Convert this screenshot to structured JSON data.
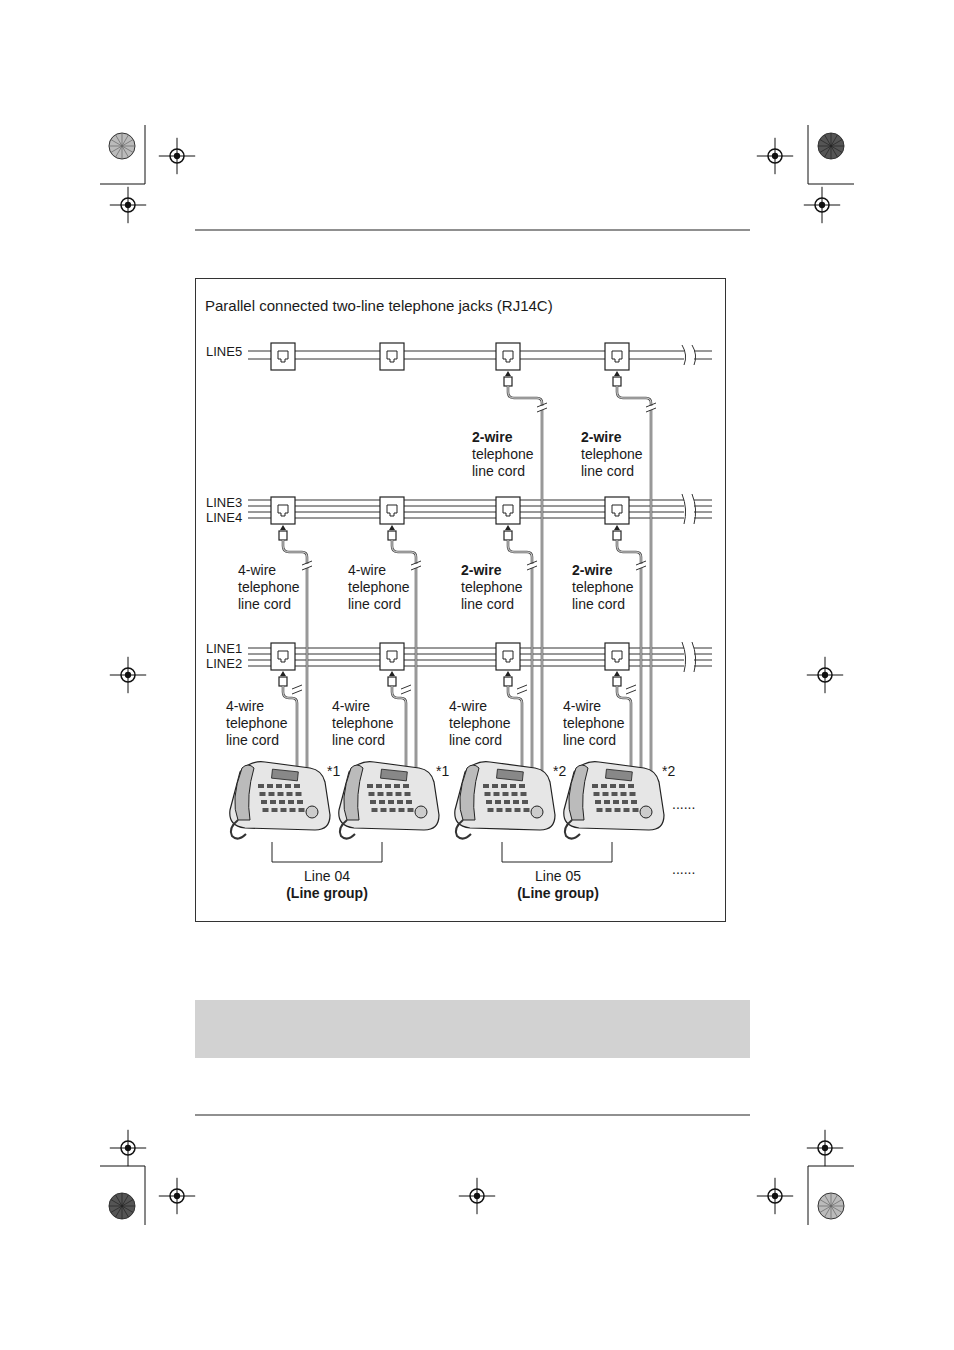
{
  "diagram": {
    "title": "Parallel connected two-line telephone jacks (RJ14C)",
    "labels": [
      "LINE5",
      "2-wire",
      "telephone line cord",
      "2-wire",
      "telephone line cord",
      "LINE3",
      "LINE4",
      "4-wire",
      "telephone line cord",
      "4-wire",
      "telephone line cord",
      "2-wire",
      "telephone line cord",
      "2-wire",
      "telephone line cord",
      "LINE1",
      "LINE2",
      "4-wire",
      "telephone line cord",
      "4-wire",
      "telephone line cord",
      "4-wire",
      "telephone line cord",
      "4-wire",
      "telephone line cord",
      "*1",
      "*1",
      "*2",
      "*2",
      "......",
      "Line 04",
      "(Line group)",
      "Line 05",
      "(Line group)",
      "......"
    ]
  }
}
